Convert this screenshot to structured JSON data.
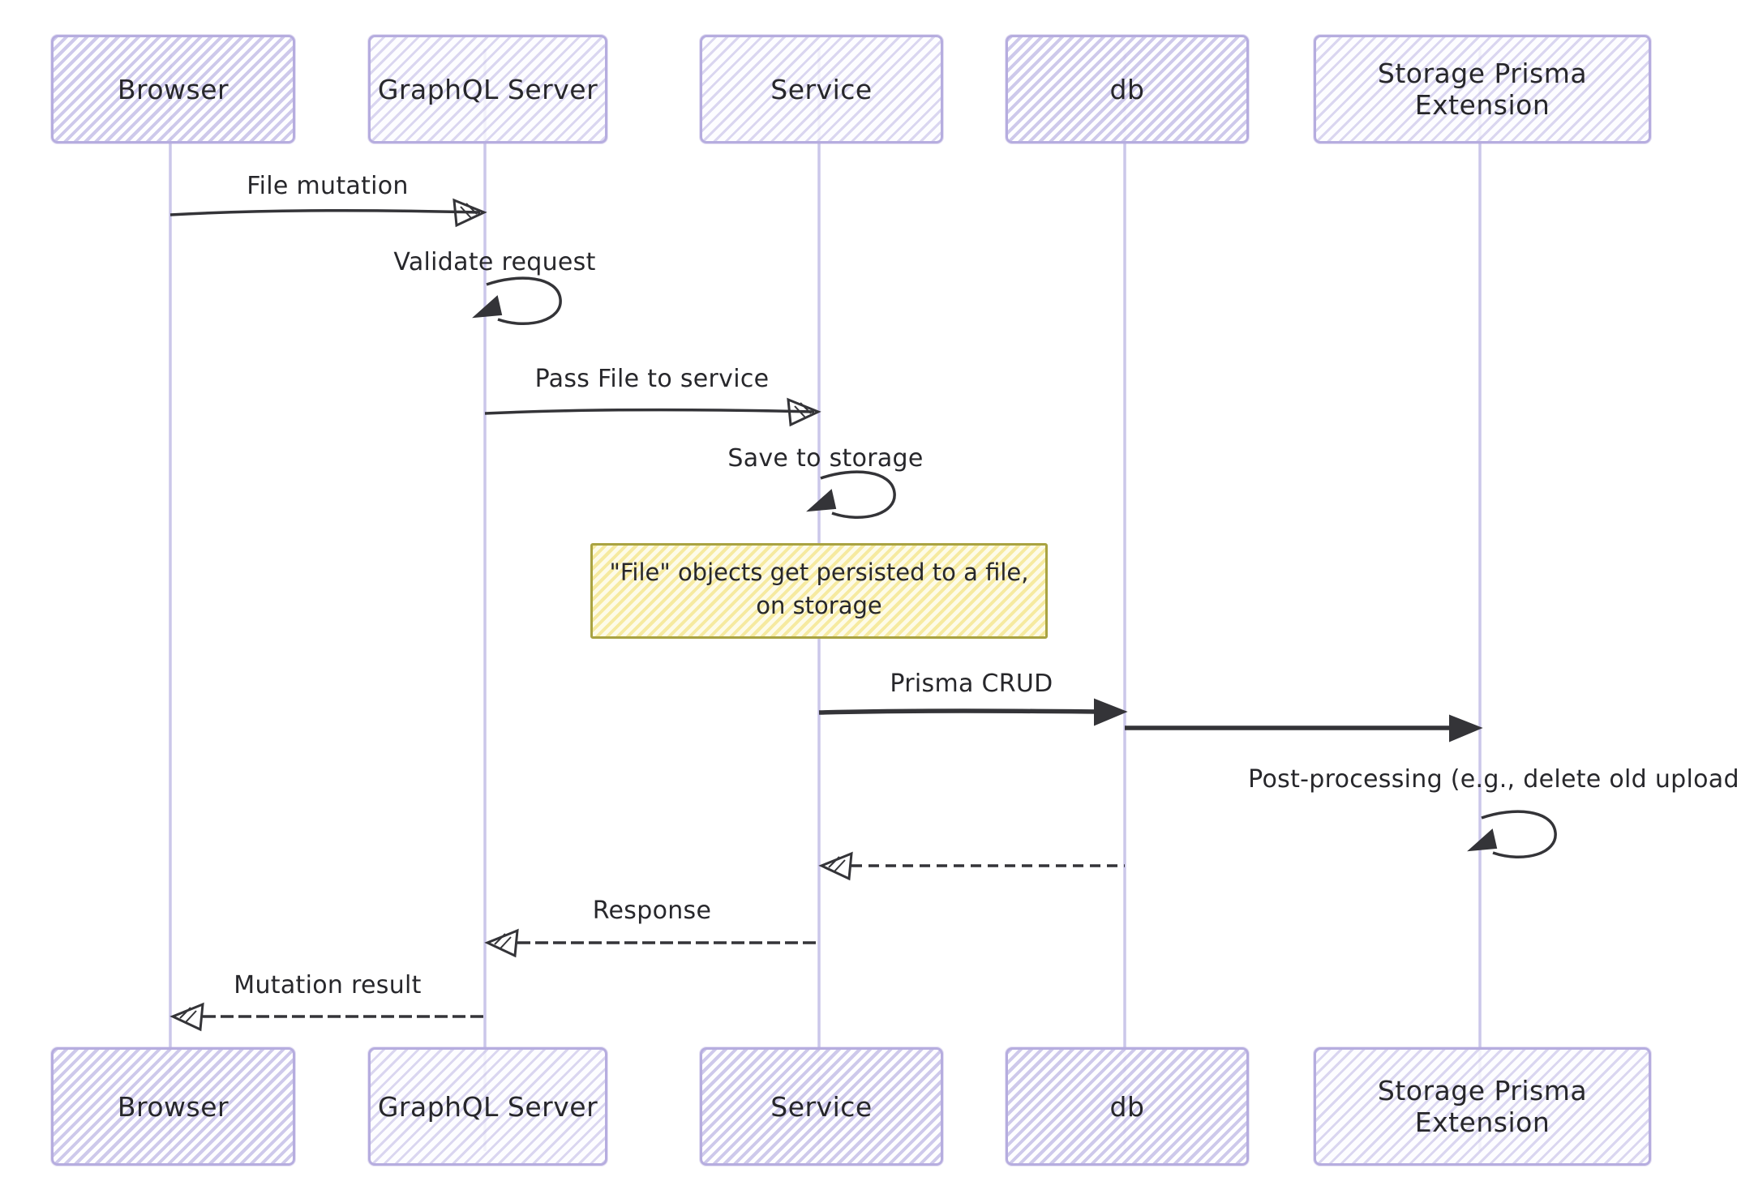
{
  "diagram": {
    "type": "sequence-diagram",
    "style": "hand-drawn-sketch",
    "actors": [
      {
        "id": "browser",
        "label": "Browser"
      },
      {
        "id": "graphql",
        "label": "GraphQL Server"
      },
      {
        "id": "service",
        "label": "Service"
      },
      {
        "id": "db",
        "label": "db"
      },
      {
        "id": "storage",
        "label": "Storage Prisma Extension"
      }
    ],
    "messages": [
      {
        "from": "Browser",
        "to": "GraphQL Server",
        "label": "File mutation",
        "line": "solid",
        "head": "open"
      },
      {
        "from": "GraphQL Server",
        "to": "GraphQL Server",
        "label": "Validate request",
        "line": "self-loop",
        "head": "filled"
      },
      {
        "from": "GraphQL Server",
        "to": "Service",
        "label": "Pass File to service",
        "line": "solid",
        "head": "open"
      },
      {
        "from": "Service",
        "to": "Service",
        "label": "Save to storage",
        "line": "self-loop",
        "head": "filled"
      },
      {
        "from": "Service",
        "to": "db",
        "label": "Prisma CRUD",
        "line": "solid-thick",
        "head": "filled"
      },
      {
        "from": "db",
        "to": "Storage Prisma Extension",
        "label": "",
        "line": "solid-thick",
        "head": "filled"
      },
      {
        "from": "Storage Prisma Extension",
        "to": "Storage Prisma Extension",
        "label": "Post-processing (e.g., delete old upload)",
        "line": "self-loop",
        "head": "filled"
      },
      {
        "from": "db",
        "to": "Service",
        "label": "",
        "line": "dashed",
        "head": "open"
      },
      {
        "from": "Service",
        "to": "GraphQL Server",
        "label": "Response",
        "line": "dashed",
        "head": "open"
      },
      {
        "from": "GraphQL Server",
        "to": "Browser",
        "label": "Mutation result",
        "line": "dashed",
        "head": "open"
      }
    ],
    "note": {
      "over": "Service",
      "line1": "\"File\" objects get persisted to a file,",
      "line2": "on storage"
    },
    "colors": {
      "background": "#ffffff",
      "actor_fill": "#ececfa",
      "actor_border": "#b6addf",
      "lifeline": "#cbc7ea",
      "arrow": "#343438",
      "text": "#27272b",
      "note_fill": "#fdf6c9",
      "note_border": "#a9a342"
    }
  }
}
